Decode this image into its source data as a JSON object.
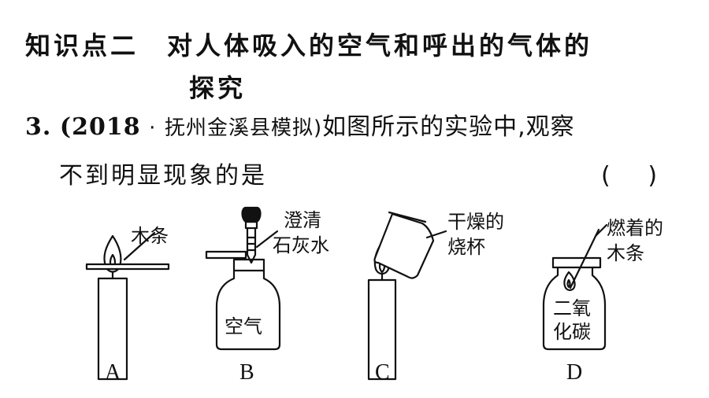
{
  "heading": {
    "label": "知识点二",
    "title_line1": "对人体吸入的空气和呼出的气体的",
    "title_line2": "探究"
  },
  "question": {
    "number": "3.",
    "source_open": "(2018",
    "source_dot": "·",
    "source_place": "抚州金溪县模拟)",
    "text_line1": "如图所示的实验中,观察",
    "text_line2": "不到明显现象的是",
    "answer_paren": "(     )"
  },
  "figures": {
    "A": {
      "option": "A",
      "labels": [
        "木条"
      ]
    },
    "B": {
      "option": "B",
      "labels": [
        "澄清",
        "石灰水",
        "空气"
      ]
    },
    "C": {
      "option": "C",
      "labels": [
        "干燥的",
        "烧杯"
      ]
    },
    "D": {
      "option": "D",
      "labels": [
        "燃着的",
        "木条",
        "二氧",
        "化碳"
      ]
    }
  }
}
